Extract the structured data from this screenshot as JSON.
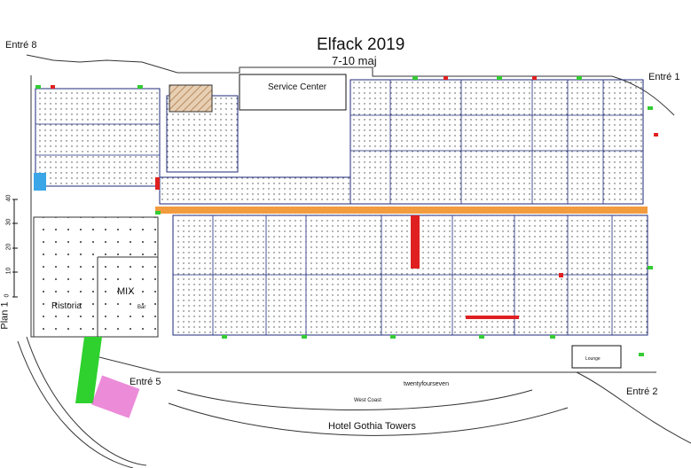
{
  "title": "Elfack 2019",
  "dates": "7-10 maj",
  "entrances": {
    "entre_8": "Entré 8",
    "entre_1": "Entré 1",
    "entre_2": "Entré 2",
    "entre_5": "Entré 5"
  },
  "areas": {
    "service_center": "Service Center",
    "mix": "MIX",
    "ristoria": "Ristoria",
    "plan": "Plan 1",
    "hotel": "Hotel Gothia Towers",
    "west_coast": "West Coast",
    "twentyfourseven": "twentyfourseven",
    "lounge": "Lounge",
    "bar": "Bar"
  },
  "scale_ticks": [
    "0",
    "10",
    "20",
    "30",
    "40"
  ],
  "colors": {
    "hall_outline": "#1f2a7a",
    "aisle_orange": "#f39c3f",
    "exit_green": "#33cc33",
    "feature_red": "#e02020",
    "plaza_green": "#2ed12e",
    "magenta": "#e040c0",
    "hatch_tan": "#c8a07a"
  }
}
